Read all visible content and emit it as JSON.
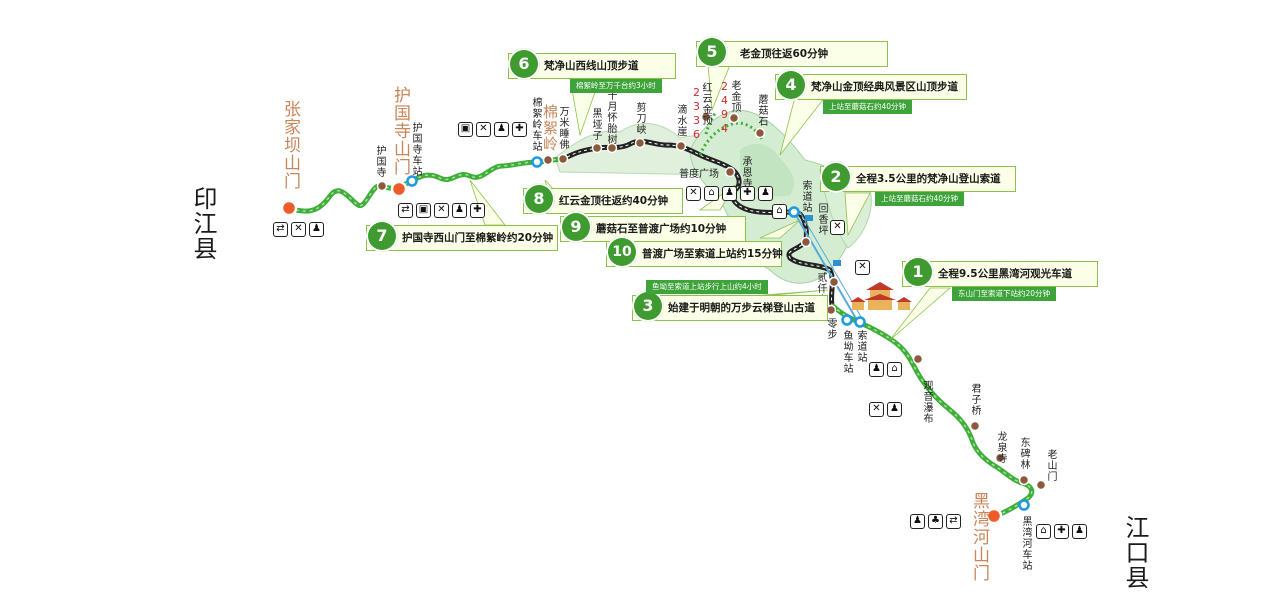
{
  "counties": {
    "left": "印江县",
    "right": "江口县"
  },
  "gates": {
    "zhangjiaba": "张家坝山门",
    "huguosi": "护国寺山门",
    "mianxuling": "棉絮岭",
    "heiwanhe": "黑湾河山门"
  },
  "elevations": {
    "hongyun": "2336",
    "laojin": "2494"
  },
  "pois": {
    "huguosi_temple": "护国寺",
    "huguosi_station": "护国寺车站",
    "mianxuling_station": "棉絮岭车站",
    "wanmi_shuifo": "万米睡佛",
    "heiyazi": "黑垭子",
    "yueyuantai": "十月怀胎树",
    "jiandaoxia": "剪刀峡",
    "dishuiya": "滴水崖",
    "hongyun_top": "红云金顶",
    "laojin_top": "老金顶",
    "mogu_stone": "蘑菇石",
    "pudu_square": "普度广场",
    "chengen_temple": "承恩寺",
    "cableway_station_top": "索道站",
    "huixiang_ping": "回香坪",
    "ershi_bu": "贰仟步",
    "ling_bu": "零步",
    "yuao_station": "鱼坳车站",
    "cableway_station_low": "索道站",
    "guanyin_waterfall": "观音瀑布",
    "junzi_bridge": "君子桥",
    "longquan_temple": "龙泉寺",
    "dongbei_lin": "东碑林",
    "lao_shanmen": "老山门",
    "heiwanhe_station": "黑湾河车站"
  },
  "callouts": [
    {
      "num": "1",
      "title": "全程9.5公里黑湾河观光车道",
      "sub": "东山门至索道下站约20分钟"
    },
    {
      "num": "2",
      "title": "全程3.5公里的梵净山登山索道",
      "sub": "上站至蘑菇石约40分钟"
    },
    {
      "num": "3",
      "title": "始建于明朝的万步云梯登山古道",
      "sub": "鱼坳至索道上站步行上山约4小时"
    },
    {
      "num": "4",
      "title": "梵净山金顶经典风景区山顶步道",
      "sub": "上站至蘑菇石约40分钟"
    },
    {
      "num": "5",
      "title": "老金顶往返60分钟",
      "sub": ""
    },
    {
      "num": "6",
      "title": "梵净山西线山顶步道",
      "sub": "棉絮岭至万千台约3小时"
    },
    {
      "num": "7",
      "title": "护国寺西山门至棉絮岭约20分钟",
      "sub": ""
    },
    {
      "num": "8",
      "title": "红云金顶往返约40分钟",
      "sub": ""
    },
    {
      "num": "9",
      "title": "蘑菇石至普渡广场约10分钟",
      "sub": ""
    },
    {
      "num": "10",
      "title": "普渡广场至索道上站约15分钟",
      "sub": ""
    }
  ],
  "colors": {
    "trail_green": "#3fae3a",
    "road_black": "#222222",
    "gate_orange": "#f05a28",
    "station_blue": "#1e9be0",
    "callout_green": "#3f9b30",
    "mountain_green": "#cfead0"
  }
}
